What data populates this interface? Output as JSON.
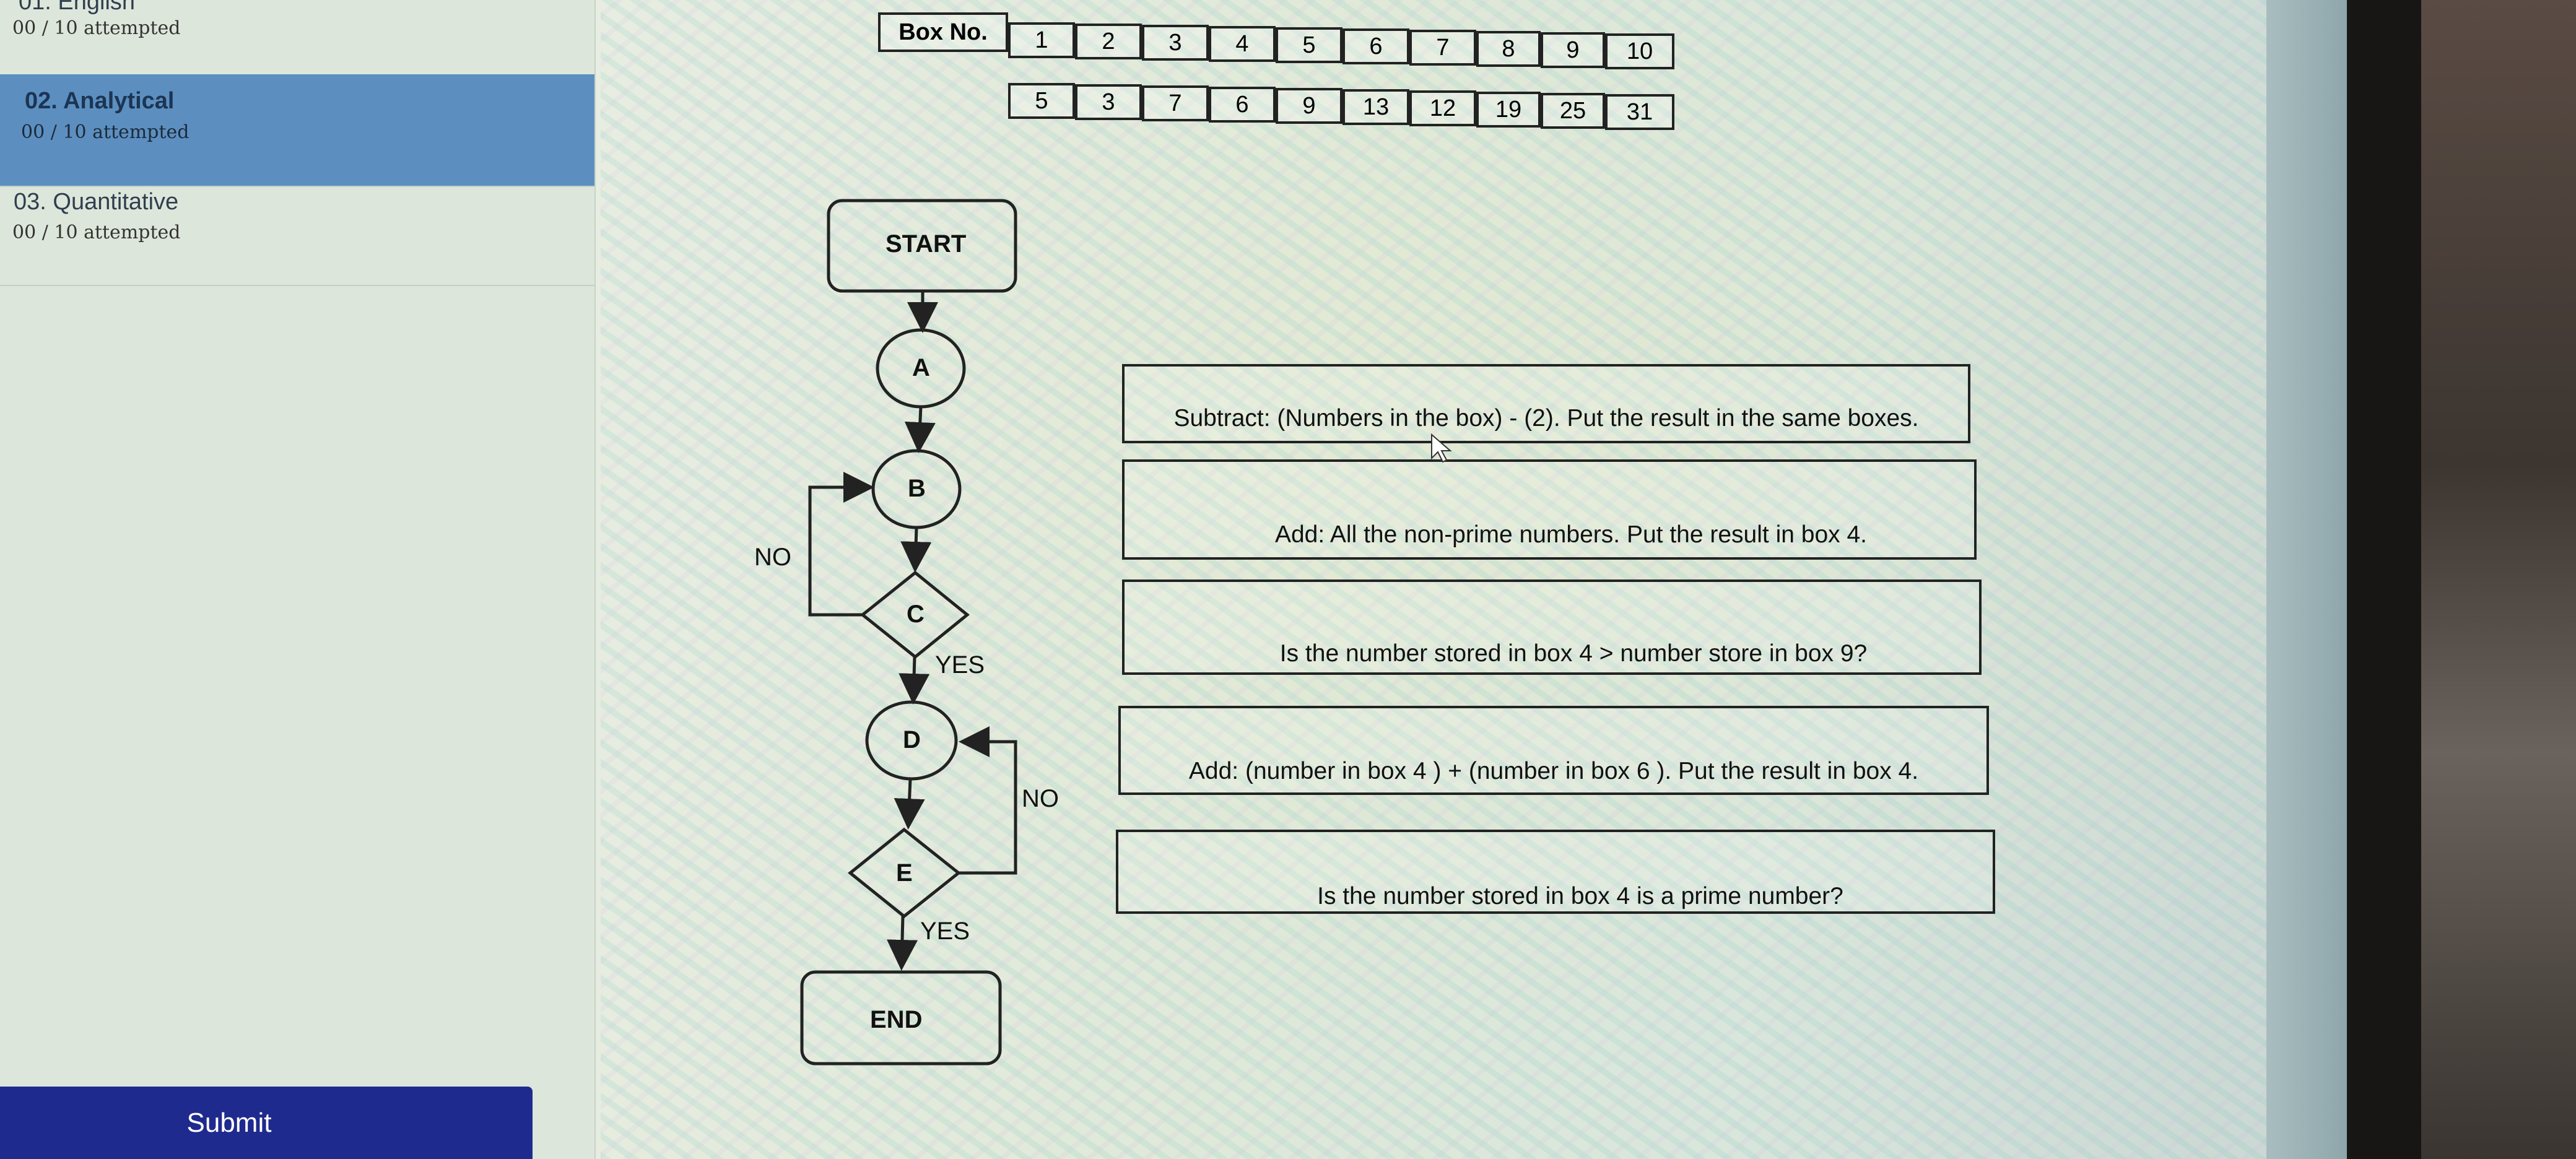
{
  "sidebar": {
    "sections": [
      {
        "title": "01. English",
        "attempted": "00 / 10 attempted",
        "active": false
      },
      {
        "title": "02. Analytical",
        "attempted": "00 / 10 attempted",
        "active": true
      },
      {
        "title": "03. Quantitative",
        "attempted": "00 / 10 attempted",
        "active": false
      }
    ],
    "submit_label": "Submit"
  },
  "question": {
    "box_header": "Box No.",
    "box_numbers": [
      "1",
      "2",
      "3",
      "4",
      "5",
      "6",
      "7",
      "8",
      "9",
      "10"
    ],
    "box_values": [
      "5",
      "3",
      "7",
      "6",
      "9",
      "13",
      "12",
      "19",
      "25",
      "31"
    ],
    "flow": {
      "start": "START",
      "end": "END",
      "nodes": [
        "A",
        "B",
        "C",
        "D",
        "E"
      ],
      "yes": "YES",
      "no": "NO"
    },
    "steps": [
      "Subtract: (Numbers in the box) - (2). Put the result in the same boxes.",
      "Add: All the non-prime numbers. Put the result in box 4.",
      "Is the number stored in box 4 > number store in box 9?",
      "Add: (number in box 4 ) + (number in box 6 ). Put the result in box 4.",
      "Is the number stored in box 4 is a prime number?"
    ]
  }
}
